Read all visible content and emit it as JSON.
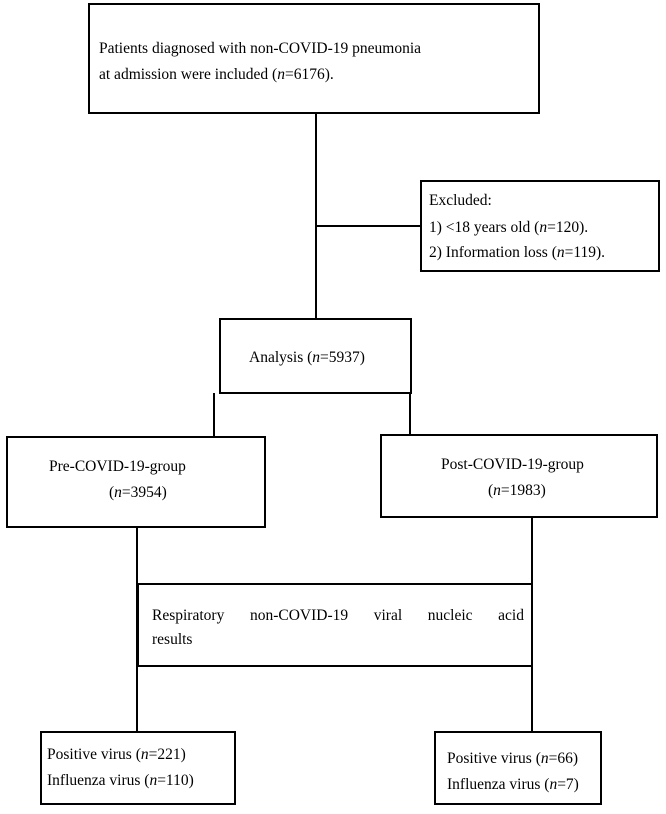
{
  "boxes": {
    "included": {
      "line1": "Patients diagnosed with non-COVID-19 pneumonia",
      "line2_prefix": "at admission were included (",
      "n_symbol": "n",
      "line2_value": "=6176)."
    },
    "excluded": {
      "title": "Excluded:",
      "item1_prefix": "1) <18 years old (",
      "item1_n": "n",
      "item1_value": "=120).",
      "item2_prefix": "2) Information loss (",
      "item2_n": "n",
      "item2_value": "=119)."
    },
    "analysis": {
      "prefix": "Analysis (",
      "n_symbol": "n",
      "value": "=5937)"
    },
    "pre_group": {
      "label": "Pre-COVID-19-group",
      "prefix": "(",
      "n_symbol": "n",
      "value": "=3954)"
    },
    "post_group": {
      "label": "Post-COVID-19-group",
      "prefix": "(",
      "n_symbol": "n",
      "value": "=1983)"
    },
    "respiratory": {
      "line1_words": [
        "Respiratory",
        "non-COVID-19",
        "viral",
        "nucleic",
        "acid"
      ],
      "line2": "results"
    },
    "pre_result": {
      "positive_prefix": "Positive virus (",
      "positive_n": "n",
      "positive_value": "=221)",
      "influenza_prefix": "Influenza virus (",
      "influenza_n": "n",
      "influenza_value": "=110)"
    },
    "post_result": {
      "positive_prefix": "Positive virus (",
      "positive_n": "n",
      "positive_value": "=66)",
      "influenza_prefix": "Influenza virus (",
      "influenza_n": "n",
      "influenza_value": "=7)"
    }
  }
}
